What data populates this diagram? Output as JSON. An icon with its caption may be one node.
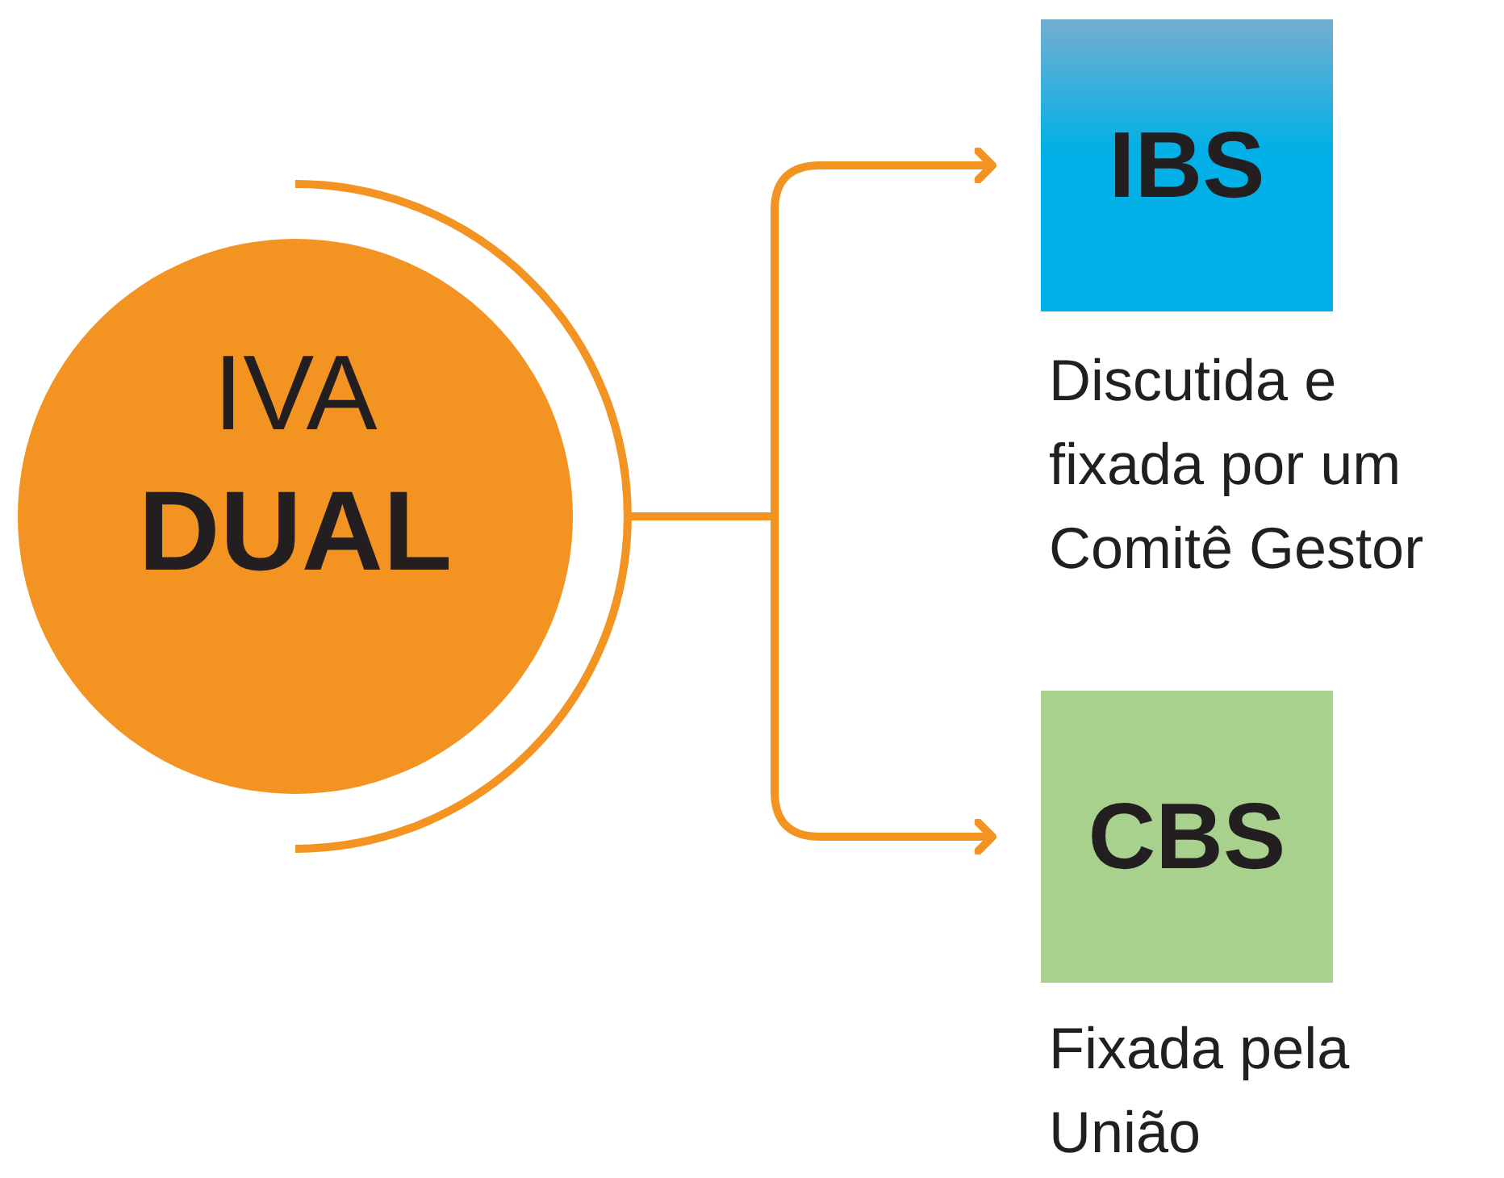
{
  "diagram": {
    "nodes": [
      {
        "text": [
          "IVA",
          "DUAL"
        ]
      },
      {
        "text": [
          "IBS"
        ],
        "beside": [
          "Discutida e fixada por um Comitê Gestor"
        ]
      },
      {
        "text": [
          "CBS"
        ],
        "beside": [
          "Fixada pela União"
        ]
      }
    ],
    "edges": [
      {
        "from": 0,
        "to": 1,
        "arrow": "to"
      },
      {
        "from": 0,
        "to": 2,
        "arrow": "to"
      }
    ]
  }
}
